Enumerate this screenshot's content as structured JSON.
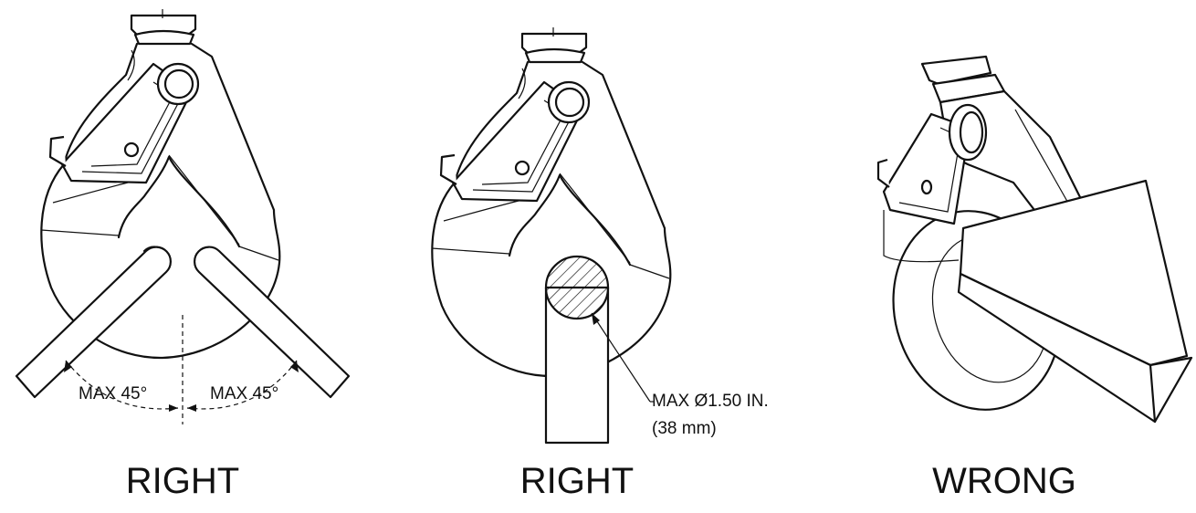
{
  "panels": [
    {
      "caption": "RIGHT",
      "annotations": [
        "MAX 45°",
        "MAX 45°"
      ]
    },
    {
      "caption": "RIGHT",
      "annotations": [
        "MAX Ø1.50 IN.",
        "(38 mm)"
      ]
    },
    {
      "caption": "WRONG",
      "annotations": []
    }
  ],
  "colors": {
    "line": "#111111",
    "background": "#ffffff"
  }
}
